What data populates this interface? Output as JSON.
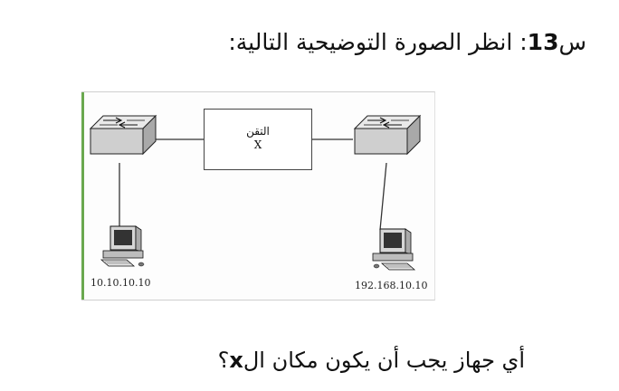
{
  "question": {
    "prefix": "س",
    "number": "13",
    "instruction": ": انظر الصورة التوضيحية التالية:"
  },
  "figure": {
    "device_label": "التقن",
    "device_symbol": "X",
    "left_ip": "10.10.10.10",
    "right_ip": "192.168.10.10"
  },
  "prompt": {
    "text": "أي جهاز يجب أن يكون مكان ال",
    "bold": "x",
    "end": "؟"
  }
}
